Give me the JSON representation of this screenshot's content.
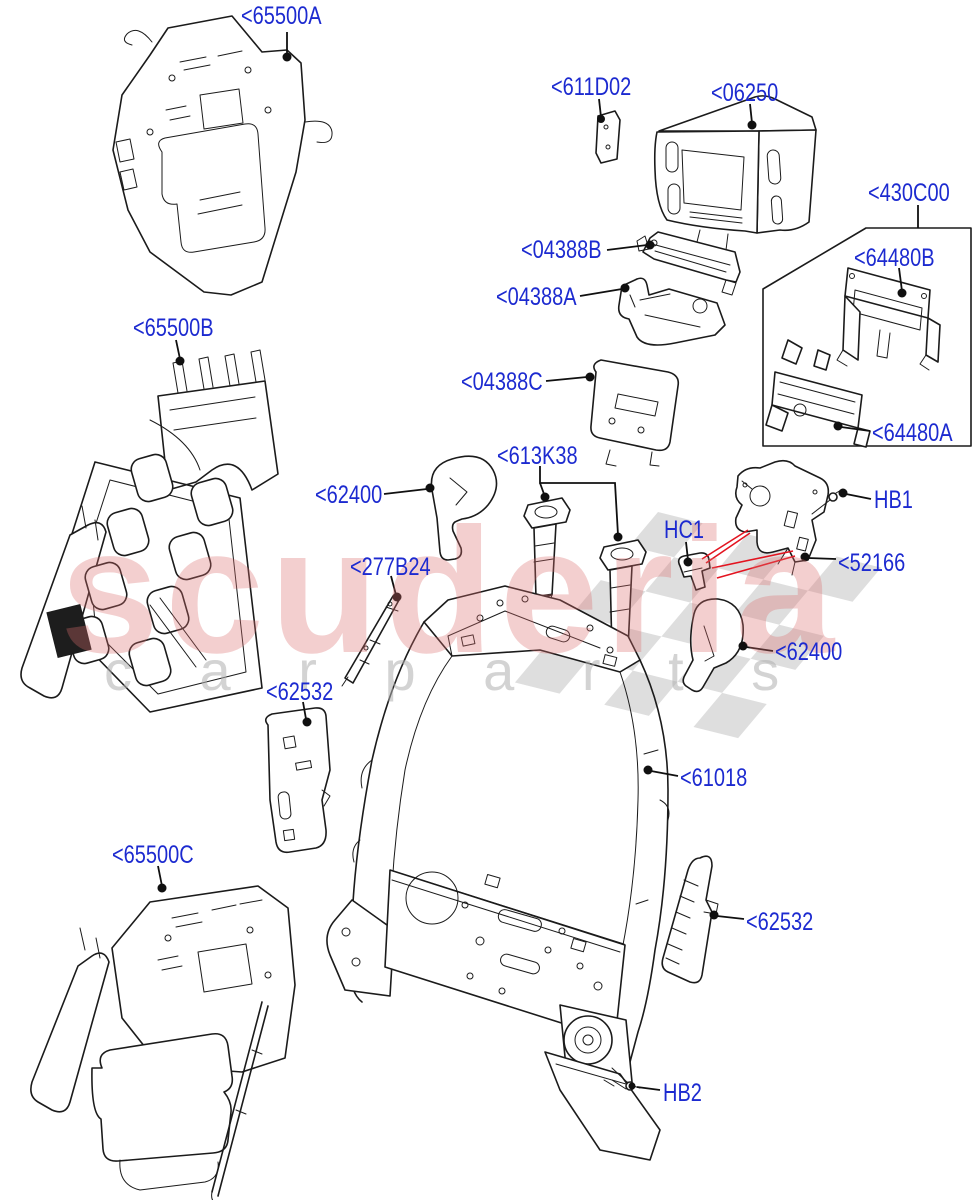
{
  "watermark": {
    "main": "scuderia",
    "sub": "c a r   p a r t s"
  },
  "colors": {
    "label_blue": "#1c2ad0",
    "line_black": "#1b1b1b",
    "arrow_red": "#e31420",
    "watermark_pink": "#db6e6e",
    "checker_gray": "#dedede"
  },
  "labels": [
    {
      "text": "<65500A"
    },
    {
      "text": "<65500B"
    },
    {
      "text": "<65500C"
    },
    {
      "text": "<611D02"
    },
    {
      "text": "<06250"
    },
    {
      "text": "<430C00"
    },
    {
      "text": "<64480B"
    },
    {
      "text": "<64480A"
    },
    {
      "text": "<04388B"
    },
    {
      "text": "<04388A"
    },
    {
      "text": "<04388C"
    },
    {
      "text": "<613K38"
    },
    {
      "text": "<62400"
    },
    {
      "text": "<277B24"
    },
    {
      "text": "HC1"
    },
    {
      "text": "HB1"
    },
    {
      "text": "<52166"
    },
    {
      "text": "<62400"
    },
    {
      "text": "<62532"
    },
    {
      "text": "<61018"
    },
    {
      "text": "<62532"
    },
    {
      "text": "HB2"
    }
  ]
}
